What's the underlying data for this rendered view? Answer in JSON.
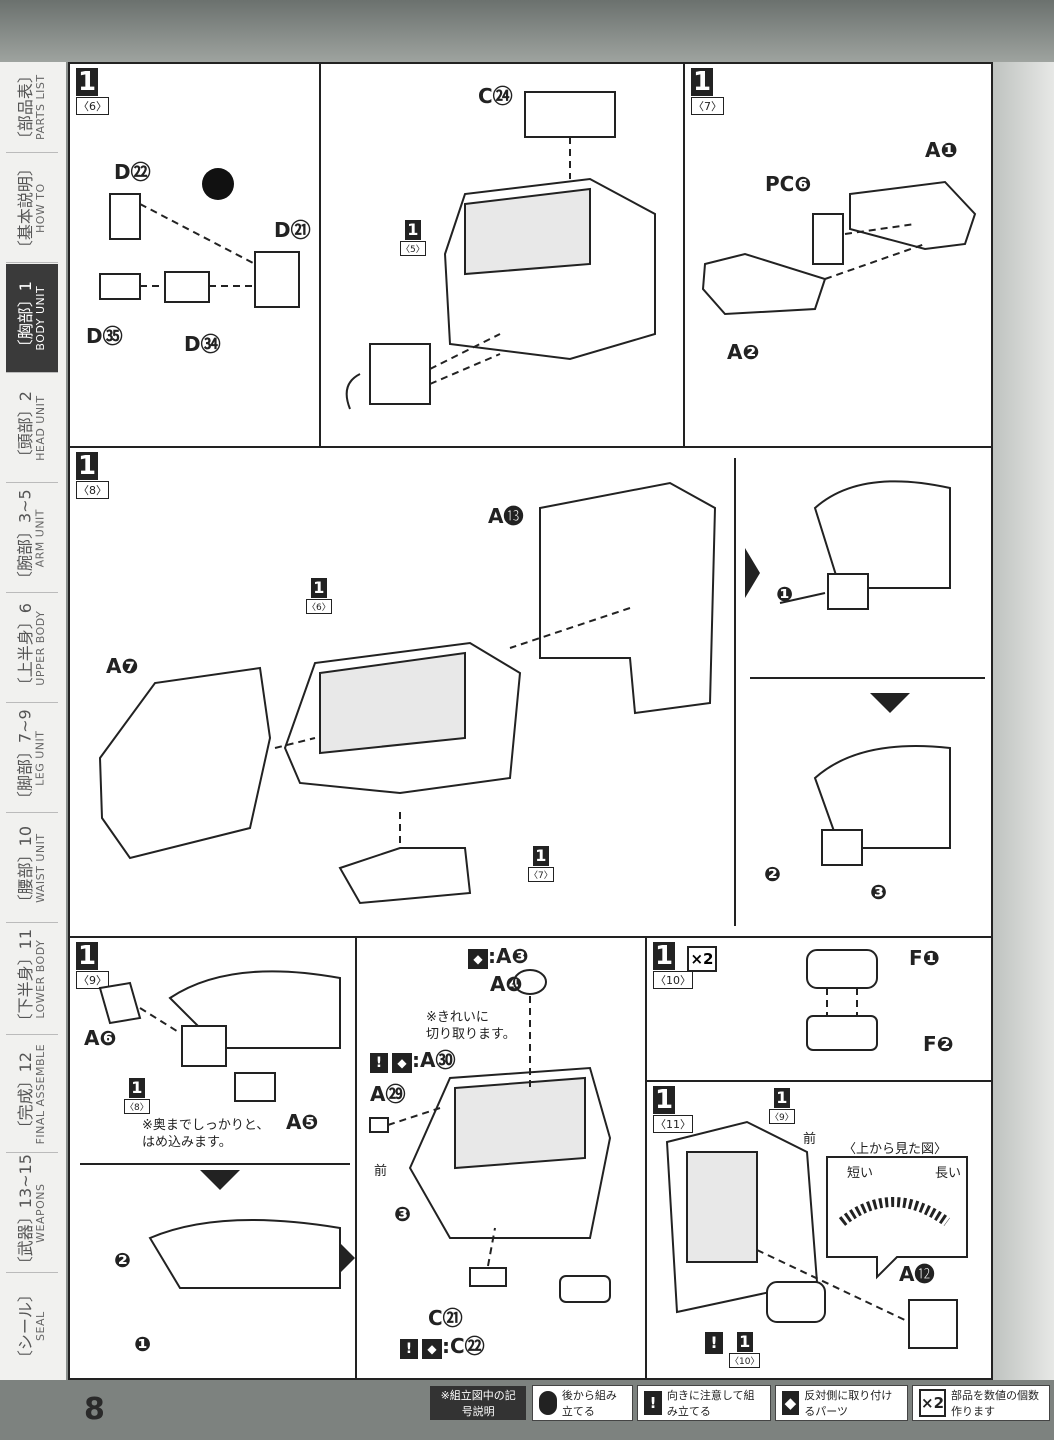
{
  "sidebar": {
    "tabs": [
      {
        "jp": "〔部品表〕",
        "en": "PARTS LIST",
        "active": false
      },
      {
        "jp": "〔基本説明〕",
        "en": "HOW TO",
        "active": false
      },
      {
        "jp": "〔胸部〕1",
        "en": "BODY UNIT",
        "active": true
      },
      {
        "jp": "〔頭部〕2",
        "en": "HEAD UNIT",
        "active": false
      },
      {
        "jp": "〔腕部〕3~5",
        "en": "ARM UNIT",
        "active": false
      },
      {
        "jp": "〔上半身〕6",
        "en": "UPPER BODY",
        "active": false
      },
      {
        "jp": "〔脚部〕7~9",
        "en": "LEG UNIT",
        "active": false
      },
      {
        "jp": "〔腰部〕10",
        "en": "WAIST UNIT",
        "active": false
      },
      {
        "jp": "〔下半身〕11",
        "en": "LOWER BODY",
        "active": false
      },
      {
        "jp": "〔完成〕12",
        "en": "FINAL ASSEMBLE",
        "active": false
      },
      {
        "jp": "〔武器〕13~15",
        "en": "WEAPONS",
        "active": false
      },
      {
        "jp": "〔シール〕",
        "en": "SEAL",
        "active": false
      }
    ]
  },
  "page_number": "8",
  "steps": {
    "s6": {
      "num": "1",
      "sub": "〈6〉",
      "parts": [
        "D㉒",
        "D㉑",
        "D㉟",
        "D㉞",
        "C㉔"
      ],
      "ref": {
        "num": "1",
        "sub": "〈5〉"
      }
    },
    "s7": {
      "num": "1",
      "sub": "〈7〉",
      "parts": [
        "A❶",
        "PC❻",
        "A❷"
      ]
    },
    "s8": {
      "num": "1",
      "sub": "〈8〉",
      "parts": [
        "A⓭",
        "A❼"
      ],
      "ref1": {
        "num": "1",
        "sub": "〈6〉"
      },
      "ref2": {
        "num": "1",
        "sub": "〈7〉"
      },
      "arrows": [
        "❶",
        "❷",
        "❸"
      ]
    },
    "s9": {
      "num": "1",
      "sub": "〈9〉",
      "parts": [
        "A❻",
        "A❺",
        "A❹",
        "A㉙",
        "C㉑"
      ],
      "ref": {
        "num": "1",
        "sub": "〈8〉"
      },
      "note1": "※奥までしっかりと、",
      "note2": "はめ込みます。",
      "mirror_a3": ":A❸",
      "clean_cut1": "※きれいに",
      "clean_cut2": "切り取ります。",
      "mirror_a30": ":A㉚",
      "mirror_c22": ":C㉒",
      "front": "前",
      "arrows": [
        "❶",
        "❷",
        "❸"
      ]
    },
    "s10": {
      "num": "1",
      "sub": "〈10〉",
      "mult": "×2",
      "parts": [
        "F❶",
        "F❷"
      ]
    },
    "s11": {
      "num": "1",
      "sub": "〈11〉",
      "parts": [
        "A⓬"
      ],
      "ref": {
        "num": "1",
        "sub": "〈9〉"
      },
      "ref2": {
        "num": "1",
        "sub": "〈10〉"
      },
      "front": "前",
      "top_view": "〈上から見た図〉",
      "short": "短い",
      "long": "長い"
    }
  },
  "legend": {
    "title": "※組立図中の記号説明",
    "items": [
      {
        "icon": "back-assemble-icon",
        "text": "後から組み立てる"
      },
      {
        "icon": "orientation-icon",
        "text": "向きに注意して組み立てる"
      },
      {
        "icon": "mirror-part-icon",
        "text": "反対側に取り付けるパーツ"
      },
      {
        "icon": "multiply-icon",
        "glyph": "×2",
        "text": "部品を数値の個数作ります"
      }
    ]
  }
}
